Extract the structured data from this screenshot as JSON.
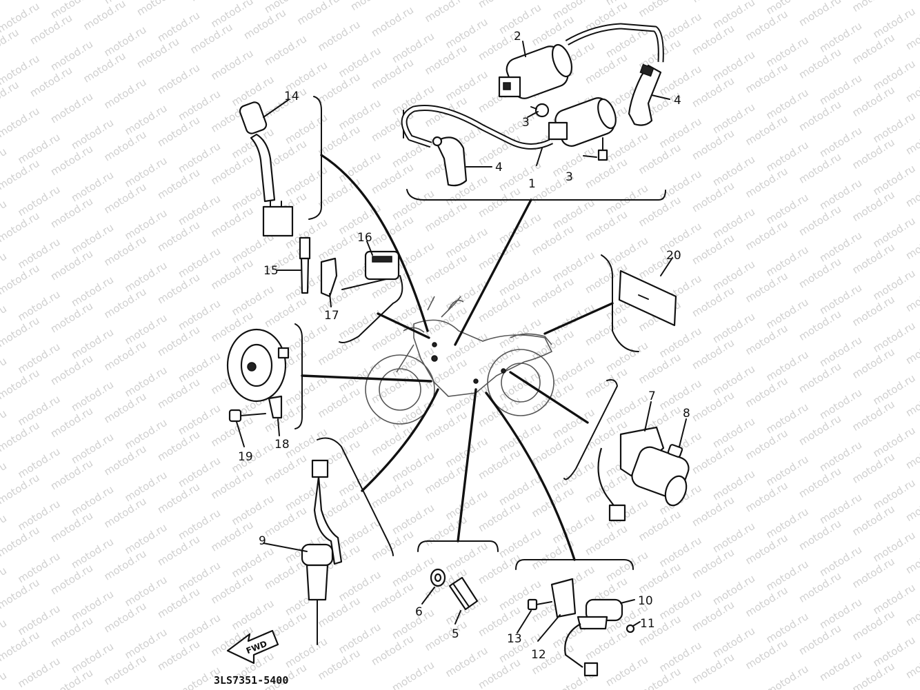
{
  "watermark": "motod.ru",
  "part_numbers": {
    "p1": "1",
    "p2": "2",
    "p3a": "3",
    "p3b": "3",
    "p4a": "4",
    "p4b": "4",
    "p5": "5",
    "p6": "6",
    "p7": "7",
    "p8": "8",
    "p9": "9",
    "p10": "10",
    "p11": "11",
    "p12": "12",
    "p13": "13",
    "p14": "14",
    "p15": "15",
    "p16": "16",
    "p17": "17",
    "p18": "18",
    "p19": "19",
    "p20": "20"
  },
  "fwd_label": "FWD",
  "diagram_code": "3LS7351-5400"
}
